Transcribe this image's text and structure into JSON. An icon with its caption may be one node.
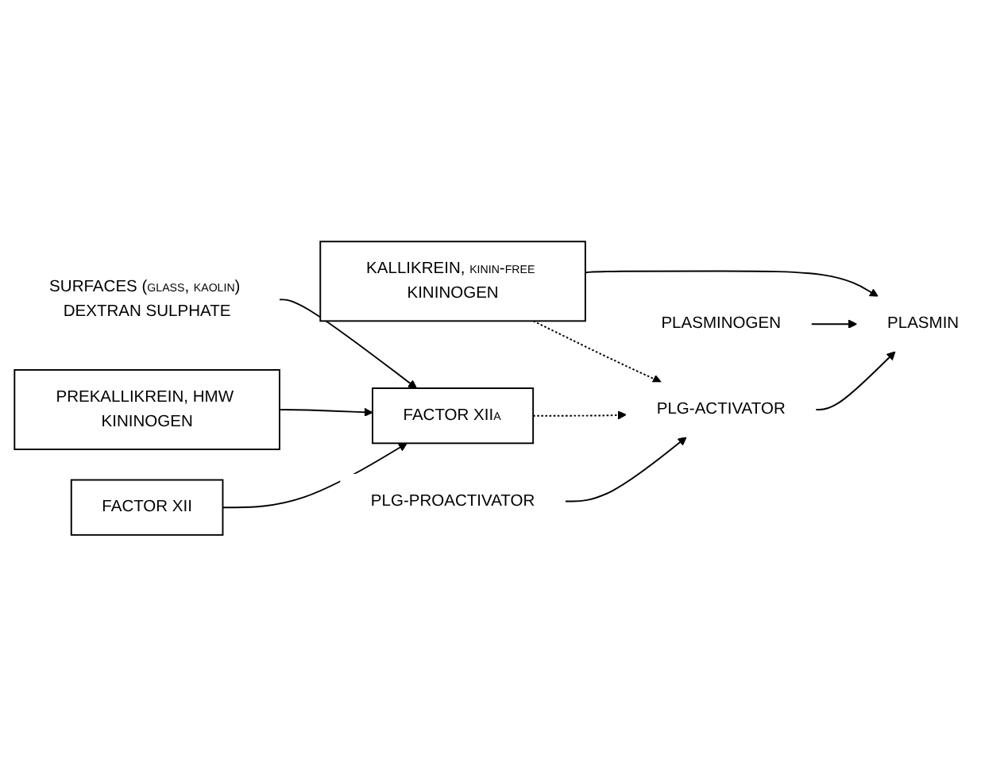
{
  "diagram": {
    "nodes": [
      {
        "text": [
          "SURFACES (glass, kaolin) DEXTRAN SULPHATE"
        ]
      },
      {
        "text": [
          "FACTOR XII"
        ]
      },
      {
        "text": [
          "PREKALLIKREIN, HMW KININOGEN"
        ]
      },
      {
        "text": [
          "FACTOR XIIa"
        ]
      },
      {
        "text": [
          "KALLIKREIN, kinin-free KININOGEN"
        ]
      },
      {
        "text": [
          "PLG-PROACTIVATOR"
        ]
      },
      {
        "text": [
          "PLG-ACTIVATOR"
        ]
      },
      {
        "text": [
          "PLASMINOGEN"
        ]
      },
      {
        "text": [
          "PLASMIN"
        ]
      }
    ],
    "edges": [
      {
        "from": 1,
        "to": 3,
        "arrow": "to"
      },
      {
        "from": 2,
        "to": 3,
        "arrow": "to"
      },
      {
        "from": 0,
        "to": 3,
        "arrow": "to"
      },
      {
        "from": 3,
        "to": 6,
        "arrow": "to",
        "style": "dashed"
      },
      {
        "from": 4,
        "to": 6,
        "arrow": "to",
        "style": "dashed"
      },
      {
        "from": 5,
        "to": 6,
        "arrow": "to"
      },
      {
        "from": 6,
        "to": 8,
        "arrow": "to"
      },
      {
        "from": 4,
        "to": 8,
        "arrow": "to"
      },
      {
        "from": 7,
        "to": 8,
        "arrow": "to"
      }
    ]
  }
}
